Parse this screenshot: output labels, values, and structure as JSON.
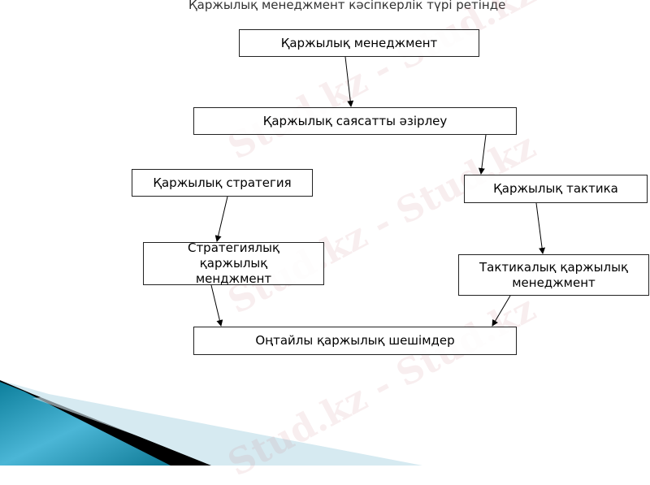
{
  "title": "Қаржылық менеджмент кәсіпкерлік түрі ретінде",
  "nodes": {
    "financial_management": "Қаржылық менеджмент",
    "policy_development": "Қаржылық саясатты әзірлеу",
    "financial_strategy": "Қаржылық стратегия",
    "financial_tactics": "Қаржылық тактика",
    "strategic_management": "Стратегиялық қаржылық менджмент",
    "tactical_management": "Тактикалық қаржылық менеджмент",
    "optimal_decisions": "Оңтайлы қаржылық шешімдер"
  },
  "edges": [
    [
      "financial_management",
      "policy_development"
    ],
    [
      "policy_development",
      "financial_tactics"
    ],
    [
      "financial_strategy",
      "strategic_management"
    ],
    [
      "financial_tactics",
      "tactical_management"
    ],
    [
      "strategic_management",
      "optimal_decisions"
    ],
    [
      "tactical_management",
      "optimal_decisions"
    ]
  ],
  "watermark": "Stud.kz - Stud.kz"
}
